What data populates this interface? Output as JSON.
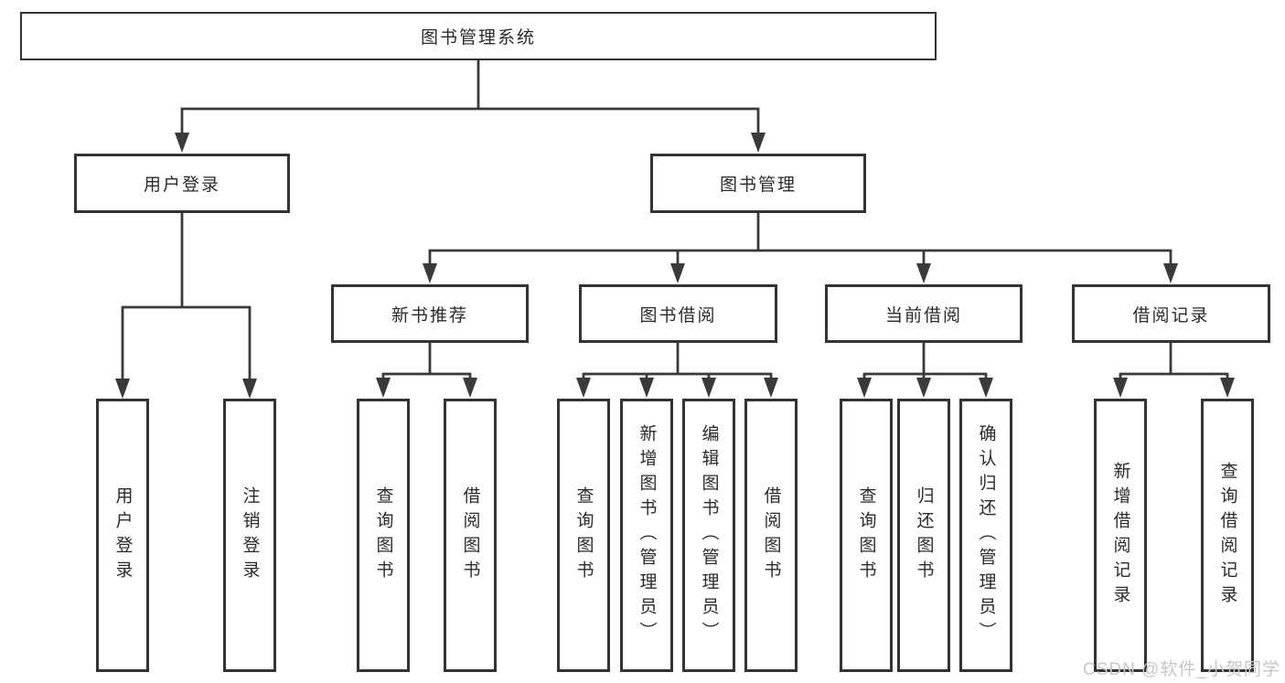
{
  "tree": {
    "root": {
      "label": "图书管理系统",
      "children": [
        {
          "label": "用户登录",
          "children": [
            {
              "label": "用户登录"
            },
            {
              "label": "注销登录"
            }
          ]
        },
        {
          "label": "图书管理",
          "children": [
            {
              "label": "新书推荐",
              "children": [
                {
                  "label": "查询图书"
                },
                {
                  "label": "借阅图书"
                }
              ]
            },
            {
              "label": "图书借阅",
              "children": [
                {
                  "label": "查询图书"
                },
                {
                  "label": "新增图书（管理员）"
                },
                {
                  "label": "编辑图书（管理员）"
                },
                {
                  "label": "借阅图书"
                }
              ]
            },
            {
              "label": "当前借阅",
              "children": [
                {
                  "label": "查询图书"
                },
                {
                  "label": "归还图书"
                },
                {
                  "label": "确认归还（管理员）"
                }
              ]
            },
            {
              "label": "借阅记录",
              "children": [
                {
                  "label": "新增借阅记录"
                },
                {
                  "label": "查询借阅记录"
                }
              ]
            }
          ]
        }
      ]
    }
  },
  "watermark": {
    "text": "CSDN @软件_小贺同学"
  },
  "colors": {
    "line": "#3a3a3a",
    "border": "#333333",
    "text": "#2b2b2b",
    "watermark": "#c6c6cc",
    "background": "#ffffff"
  }
}
